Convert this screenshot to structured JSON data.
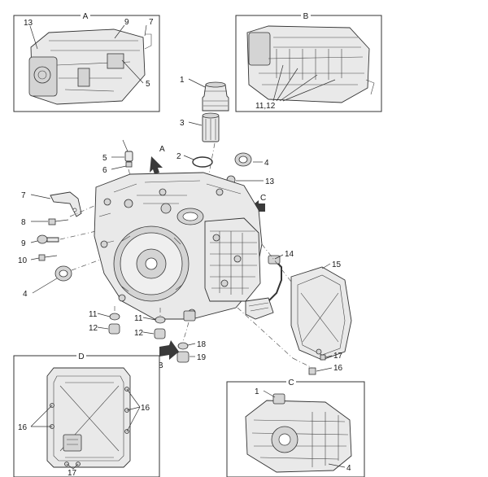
{
  "views": {
    "A": "A",
    "B": "B",
    "C": "C",
    "D": "D"
  },
  "arrows": {
    "A": "A",
    "B": "B",
    "C": "C"
  },
  "callouts": {
    "c1": "1",
    "c2": "2",
    "c3": "3",
    "c4": "4",
    "c5": "5",
    "c6": "6",
    "c7": "7",
    "c8": "8",
    "c9": "9",
    "c10": "10",
    "c4b": "4",
    "c11a": "11",
    "c12a": "12",
    "c11b": "11",
    "c12b": "12",
    "c13": "13",
    "c14": "14",
    "c15": "15",
    "c17": "17",
    "c16": "16",
    "c18": "18",
    "c19": "19",
    "a13": "13",
    "a9": "9",
    "a7": "7",
    "a5": "5",
    "b1112": "11,12",
    "d16l": "16",
    "d16r": "16",
    "d17": "17",
    "cv1": "1",
    "cv4": "4"
  },
  "colors": {
    "line": "#333333",
    "fill_light": "#e9e9e9",
    "fill_mid": "#d4d4d4",
    "arrow": "#3a3a3a"
  }
}
